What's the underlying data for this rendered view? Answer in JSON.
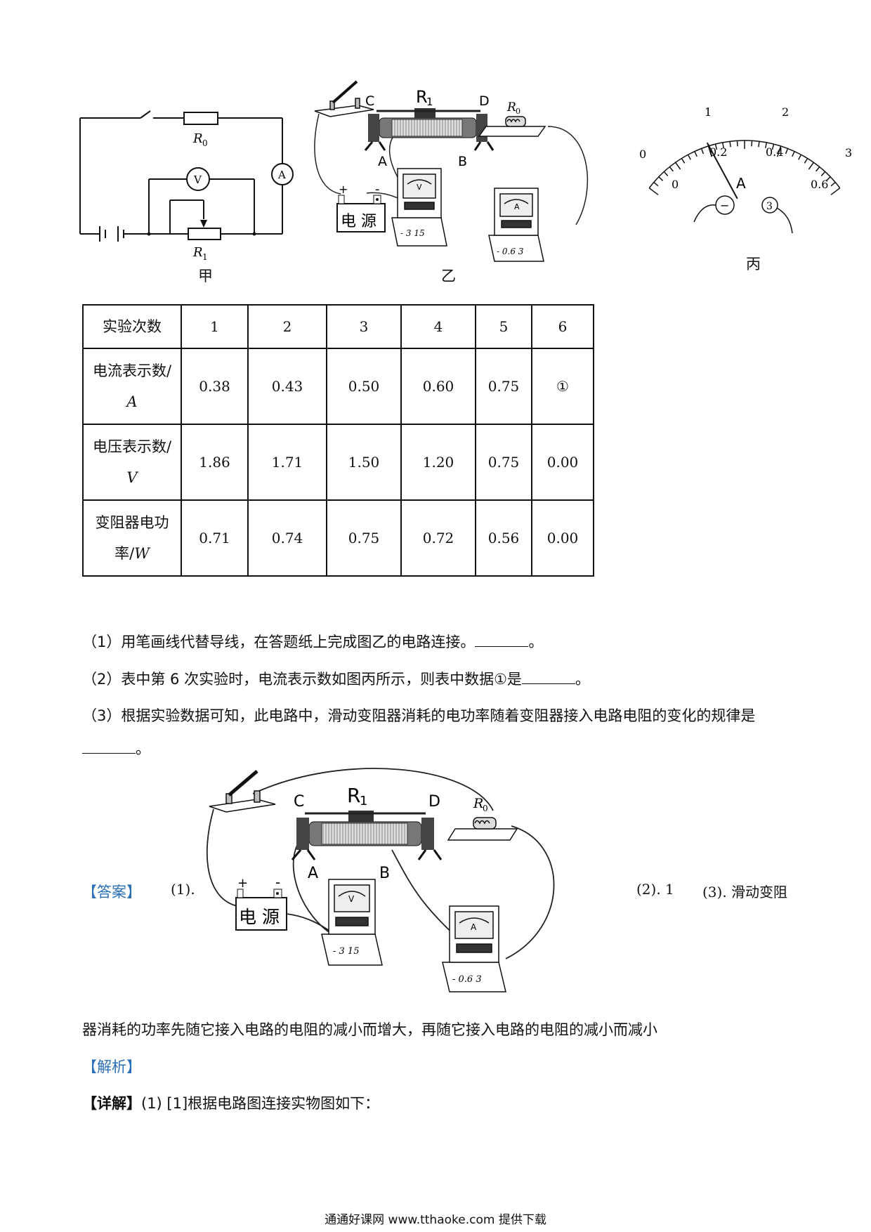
{
  "figures": {
    "jia": {
      "caption": "甲",
      "labels": {
        "r0": "R",
        "r0_sub": "0",
        "r1": "R",
        "r1_sub": "1",
        "voltmeter": "V",
        "ammeter": "A"
      }
    },
    "yi": {
      "caption": "乙",
      "labels": {
        "c": "C",
        "d": "D",
        "a": "A",
        "b": "B",
        "r1": "R",
        "r1_sub": "1",
        "r0": "R",
        "r0_sub": "0",
        "source": "电 源",
        "plus": "+",
        "minus": "-",
        "volt_terminals": "- 3 15",
        "volt_face": "V",
        "amp_terminals": "- 0.6 3",
        "amp_face": "A"
      }
    },
    "bing": {
      "caption": "丙",
      "scale_top": [
        "0",
        "1",
        "2",
        "3"
      ],
      "scale_bottom": [
        "0",
        "0.2",
        "0.4",
        "0.6"
      ],
      "unit": "A",
      "terminal_minus": "−",
      "terminal_three": "3",
      "pointer_fraction": 0.333
    }
  },
  "table": {
    "header": [
      "实验次数",
      "1",
      "2",
      "3",
      "4",
      "5",
      "6"
    ],
    "rows": [
      {
        "label": "电流表示数/",
        "unit": "A",
        "values": [
          "0.38",
          "0.43",
          "0.50",
          "0.60",
          "0.75",
          "①"
        ]
      },
      {
        "label": "电压表示数/",
        "unit": "V",
        "values": [
          "1.86",
          "1.71",
          "1.50",
          "1.20",
          "0.75",
          "0.00"
        ]
      },
      {
        "label": "变阻器电功",
        "label2": "率/",
        "unit": "W",
        "values": [
          "0.71",
          "0.74",
          "0.75",
          "0.72",
          "0.56",
          "0.00"
        ]
      }
    ]
  },
  "questions": {
    "q1": "（1）用笔画线代替导线，在答题纸上完成图乙的电路连接。",
    "q1_end": "。",
    "q2": "（2）表中第 6 次实验时，电流表示数如图丙所示，则表中数据①是",
    "q2_end": "。",
    "q3": "（3）根据实验数据可知，此电路中，滑动变阻器消耗的电功率随着变阻器接入电路电阻的变化的规律是",
    "q3_end": "。"
  },
  "answer": {
    "tag": "【答案】",
    "part1": "(1).",
    "part2": "(2). 1",
    "part3": "(3).  滑动变阻",
    "continuation": "器消耗的功率先随它接入电路的电阻的减小而增大，再随它接入电路的电阻的减小而减小"
  },
  "analysis_tag": "【解析】",
  "detail": {
    "tag": "【详解】",
    "text": "(1) [1]根据电路图连接实物图如下："
  },
  "footer": "通通好课网  www.tthaoke.com  提供下载"
}
